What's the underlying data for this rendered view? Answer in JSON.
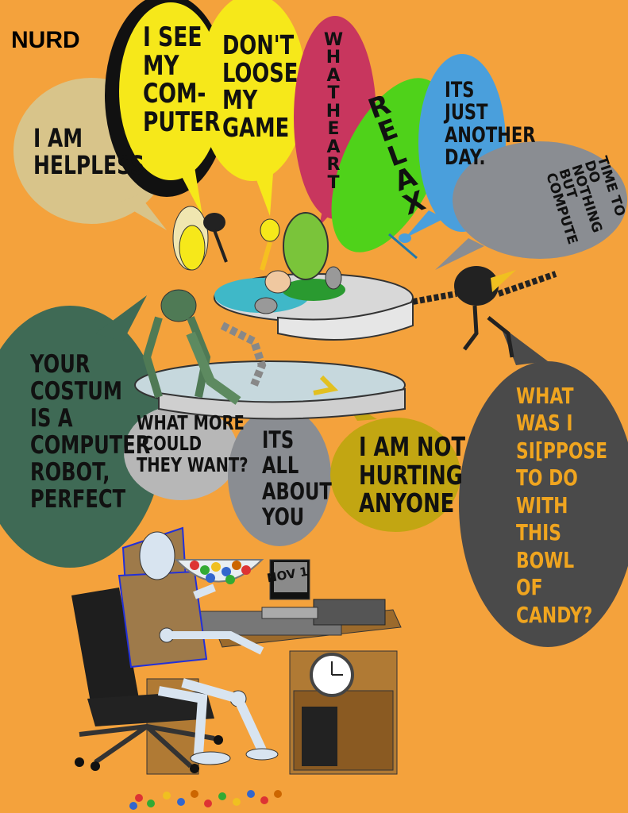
{
  "title": "NURD",
  "bubbles": {
    "helpless": [
      "I AM",
      "HELPLESS"
    ],
    "see_computer": [
      "I SEE",
      "MY",
      "COM-",
      "PUTER"
    ],
    "loose_game": [
      "DON'T",
      "LOOSE",
      "MY",
      "GAME"
    ],
    "what_heart": [
      "W",
      "H",
      "A",
      "T",
      " ",
      "H",
      "E",
      "A",
      "R",
      "T"
    ],
    "relax": [
      "R",
      "E",
      "L",
      "A",
      "X"
    ],
    "another_day": [
      "ITS",
      "JUST",
      "ANOTHER",
      "DAY."
    ],
    "compute": [
      "TIME TO",
      "DO",
      "NOTHING",
      "BUT",
      "COMPUTE"
    ],
    "costum": [
      "YOUR",
      "COSTUM",
      "IS A",
      "COMPUTER",
      "ROBOT,",
      "PERFECT"
    ],
    "what_more": [
      "WHAT MORE",
      " COULD",
      "THEY WANT?"
    ],
    "about_you": [
      "ITS",
      "ALL",
      "ABOUT",
      "YOU"
    ],
    "not_hurting": [
      "I AM NOT",
      "HURTING",
      "ANYONE"
    ],
    "candy": [
      "WHAT",
      "WAS I",
      "SI[PPOSE",
      "TO DO",
      "WITH",
      "THIS",
      "BOWL",
      "OF",
      "CANDY?"
    ]
  },
  "monitor_text": "NOV 1",
  "colors": {
    "background": "#f4a23c",
    "tan": "#d8c48a",
    "black": "#111111",
    "yellow": "#f6e81a",
    "pink": "#c8365e",
    "green": "#4fd21a",
    "blue": "#4a9fdc",
    "gray": "#8a8d92",
    "dark_green": "#3f6a55",
    "light_gray": "#b7b7b7",
    "olive": "#c2a612",
    "charcoal": "#4a4a4a",
    "candy_text": "#f0a51f"
  }
}
